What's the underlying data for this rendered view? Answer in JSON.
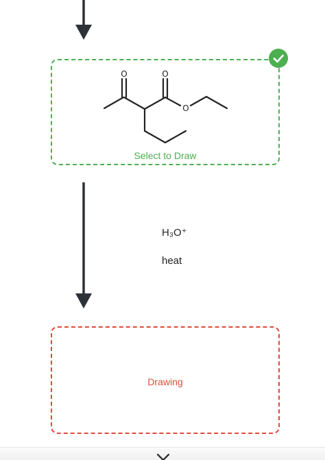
{
  "reaction": {
    "reagent_line_1": "H₃O⁺",
    "reagent_line_2": "heat"
  },
  "starting_material": {
    "label": "Select to Draw",
    "status_icon": "check-icon",
    "atoms": {
      "ketone_oxygen": "O",
      "ester_carbonyl_oxygen": "O",
      "ester_ether_oxygen": "O"
    }
  },
  "product": {
    "label": "Drawing"
  },
  "colors": {
    "success": "#4caf50",
    "error": "#e0493a",
    "arrow": "#2d3238"
  },
  "icons": {
    "top_arrow": "down-arrow-icon",
    "reaction_arrow": "down-arrow-icon",
    "collapse": "chevron-down-icon"
  }
}
